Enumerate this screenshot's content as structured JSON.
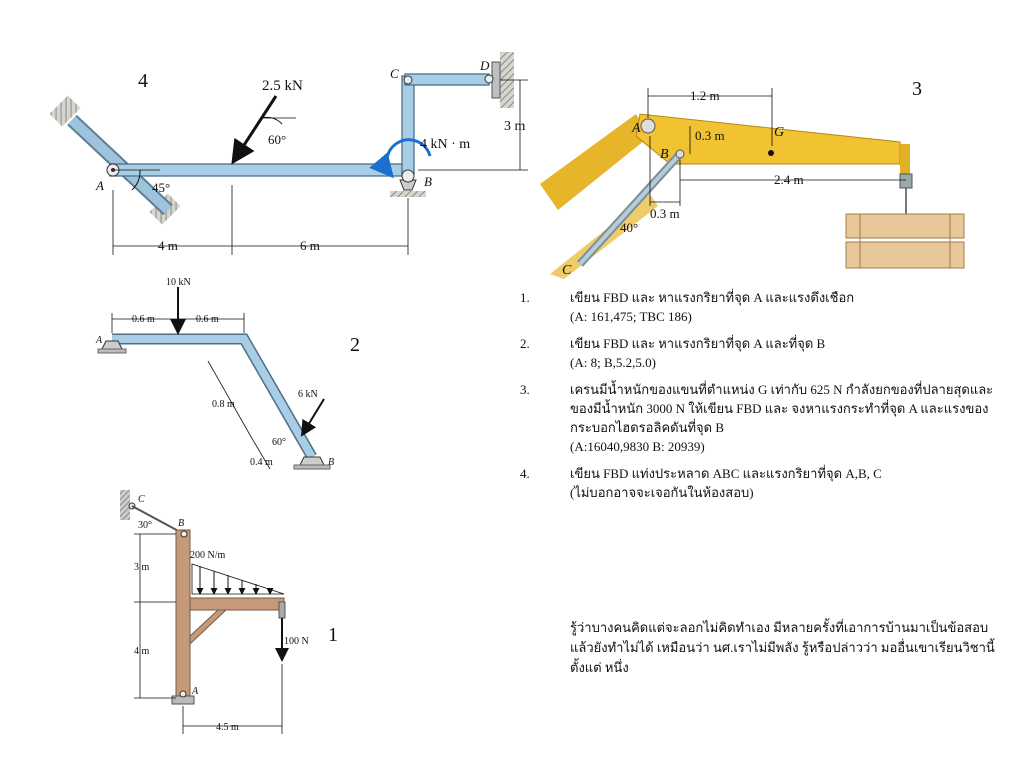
{
  "problem_numbers": {
    "p4": "4",
    "p3": "3",
    "p2": "2",
    "p1": "1"
  },
  "fig4": {
    "force": "2.5 kN",
    "angle_force": "60°",
    "moment": "4 kN · m",
    "dim_height": "3 m",
    "angle_support": "45°",
    "dim_left": "4 m",
    "dim_right": "6 m",
    "pt_A": "A",
    "pt_B": "B",
    "pt_C": "C",
    "pt_D": "D"
  },
  "fig3": {
    "dim_top": "1.2 m",
    "dim_small": "0.3 m",
    "pt_G": "G",
    "dim_long": "2.4 m",
    "dim_bottom": "0.3 m",
    "angle": "40°",
    "pt_A": "A",
    "pt_B": "B",
    "pt_C": "C"
  },
  "fig2": {
    "force_top": "10 kN",
    "dim_a": "0.6 m",
    "dim_b": "0.6 m",
    "dim_c": "0.8 m",
    "force_side": "6 kN",
    "angle": "60°",
    "dim_d": "0.4 m",
    "pt_A": "A",
    "pt_B": "B"
  },
  "fig1": {
    "pt_C": "C",
    "angle": "30°",
    "pt_B": "B",
    "load": "200 N/m",
    "dim_3m": "3 m",
    "dim_4m": "4 m",
    "force": "100 N",
    "pt_A": "A",
    "dim_45m": "4.5 m"
  },
  "questions": [
    {
      "num": "1.",
      "text": "เขียน FBD และ หาแรงกริยาที่จุด A และแรงดึงเชือก",
      "answer": "(A: 161,475; TBC 186)"
    },
    {
      "num": "2.",
      "text": "เขียน FBD และ หาแรงกริยาที่จุด A และที่จุด B",
      "answer": "(A: 8; B,5.2,5.0)"
    },
    {
      "num": "3.",
      "text": "เครนมีน้ำหนักของแขนที่ตำแหน่ง G เท่ากับ 625 N กำลังยกของที่ปลายสุดและของมีน้ำหนัก 3000 N ให้เขียน FBD และ จงหาแรงกระทำที่จุด A และแรงของกระบอกไฮดรอลิคดันที่จุด B",
      "answer": "(A:16040,9830 B: 20939)"
    },
    {
      "num": "4.",
      "text": "เขียน FBD แท่งประหลาด ABC และแรงกริยาที่จุด A,B, C",
      "answer": "(ไม่บอกอาจจะเจอกันในห้องสอบ)"
    }
  ],
  "note": "รู้ว่าบางคนคิดแต่จะลอกไม่คิดทำเอง มีหลายครั้งที่เอาการบ้านมาเป็นข้อสอบ แล้วยังทำไม่ได้ เหมือนว่า นศ.เราไม่มีพลัง รู้หรือปล่าวว่า มออื่นเขาเรียนวิชานี้ตั้งแต่ หนึ่ง"
}
